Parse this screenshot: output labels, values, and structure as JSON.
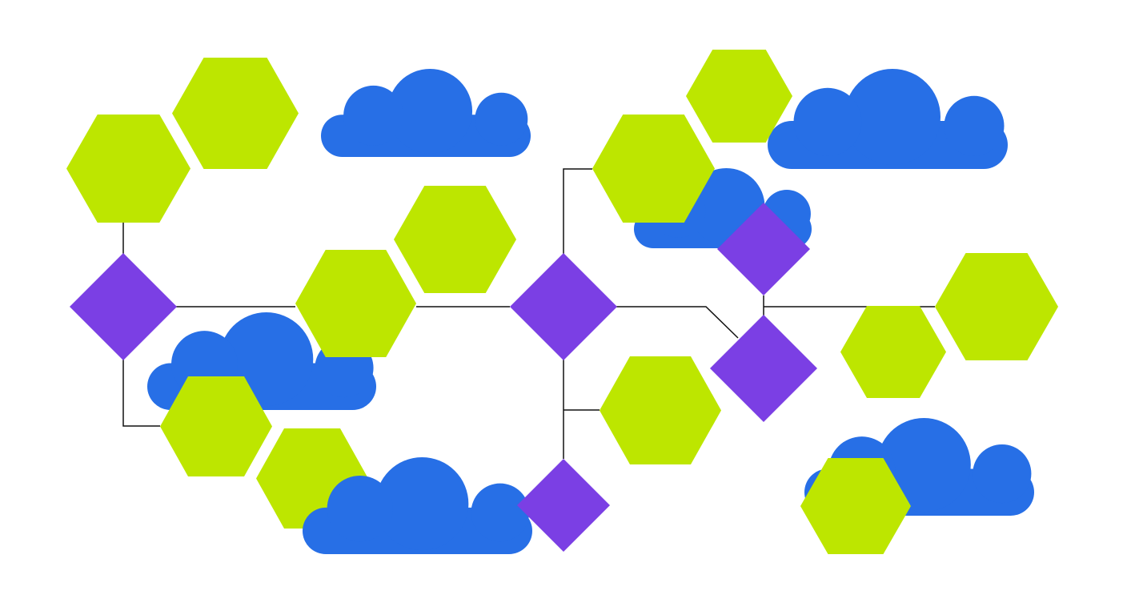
{
  "diagram": {
    "background": "#ffffff",
    "colors": {
      "hexagon": "#bde600",
      "cloud": "#276fe6",
      "diamond": "#7b3fe4",
      "connector": "#111111"
    },
    "shape_types": [
      "hexagon",
      "cloud",
      "diamond",
      "connector-line"
    ]
  }
}
